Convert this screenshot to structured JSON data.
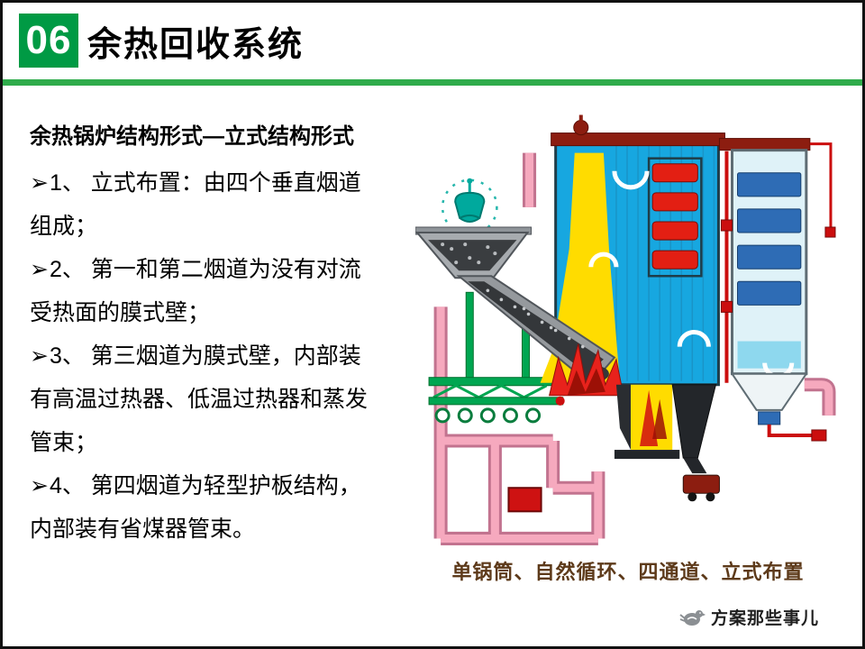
{
  "header": {
    "number": "06",
    "title": "余热回收系统",
    "badge_color": "#009A44",
    "line_color": "#2FAC4B"
  },
  "content": {
    "heading": "余热锅炉结构形式—立式结构形式",
    "bullets": [
      {
        "marker": "➢",
        "text": "1、 立式布置：由四个垂直烟道组成；"
      },
      {
        "marker": "➢",
        "text": "2、 第一和第二烟道为没有对流受热面的膜式壁；"
      },
      {
        "marker": "➢",
        "text": "3、 第三烟道为膜式壁，内部装有高温过热器、低温过热器和蒸发管束；"
      },
      {
        "marker": "➢",
        "text": "4、 第四烟道为轻型护板结构，内部装有省煤器管束。"
      }
    ]
  },
  "diagram": {
    "caption": "单锅筒、自然循环、四通道、立式布置",
    "caption_color": "#5d3a1a",
    "colors": {
      "water_wall_cyan": "#17A7E0",
      "superheater_red": "#E31F13",
      "flue_gas_yellow": "#FFDC00",
      "pipe_pink": "#F6A9BE",
      "economizer_blue": "#2E6CB5",
      "steel_gray": "#95999D",
      "feeder_green": "#00A651",
      "drum_cap_maroon": "#8C1D10",
      "flame_red": "#E8221C",
      "grab_teal": "#00A99D"
    }
  },
  "watermark": {
    "text": "方案那些事儿",
    "logo": "bird-icon"
  }
}
